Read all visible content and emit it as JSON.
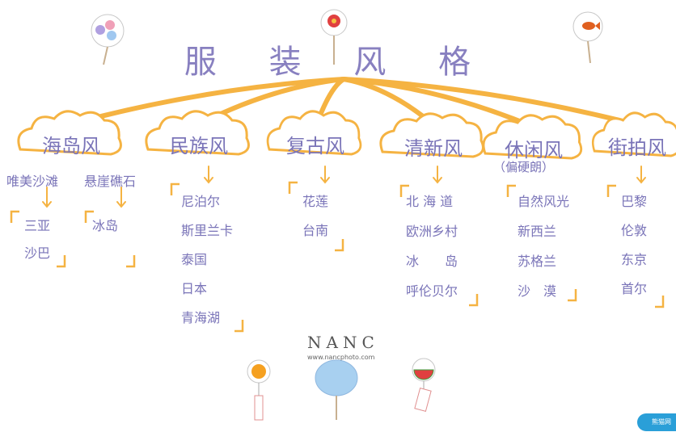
{
  "title": "服 装 风 格",
  "branches": [
    {
      "label": "海岛风",
      "groups": [
        {
          "heading": "唯美沙滩",
          "items": [
            "三亚",
            "沙巴"
          ]
        },
        {
          "heading": "悬崖礁石",
          "items": [
            "冰岛"
          ]
        }
      ]
    },
    {
      "label": "民族风",
      "items": [
        "尼泊尔",
        "斯里兰卡",
        "泰国",
        "日本",
        "青海湖"
      ]
    },
    {
      "label": "复古风",
      "items": [
        "花莲",
        "台南"
      ]
    },
    {
      "label": "清新风",
      "items": [
        "北 海 道",
        "欧洲乡村",
        "冰　　岛",
        "呼伦贝尔"
      ]
    },
    {
      "label": "休闲风",
      "sublabel": "（偏硬朗）",
      "items": [
        "自然风光",
        "新西兰",
        "苏格兰",
        "沙　漠"
      ]
    },
    {
      "label": "街拍风",
      "items": [
        "巴黎",
        "伦敦",
        "东京",
        "首尔"
      ]
    }
  ],
  "brand": {
    "name": "NANC",
    "url": "www.nancphoto.com"
  },
  "watermark": "熊猫网",
  "colors": {
    "orange": "#f5b342",
    "text": "#7a74b8",
    "title": "#8880c0"
  }
}
